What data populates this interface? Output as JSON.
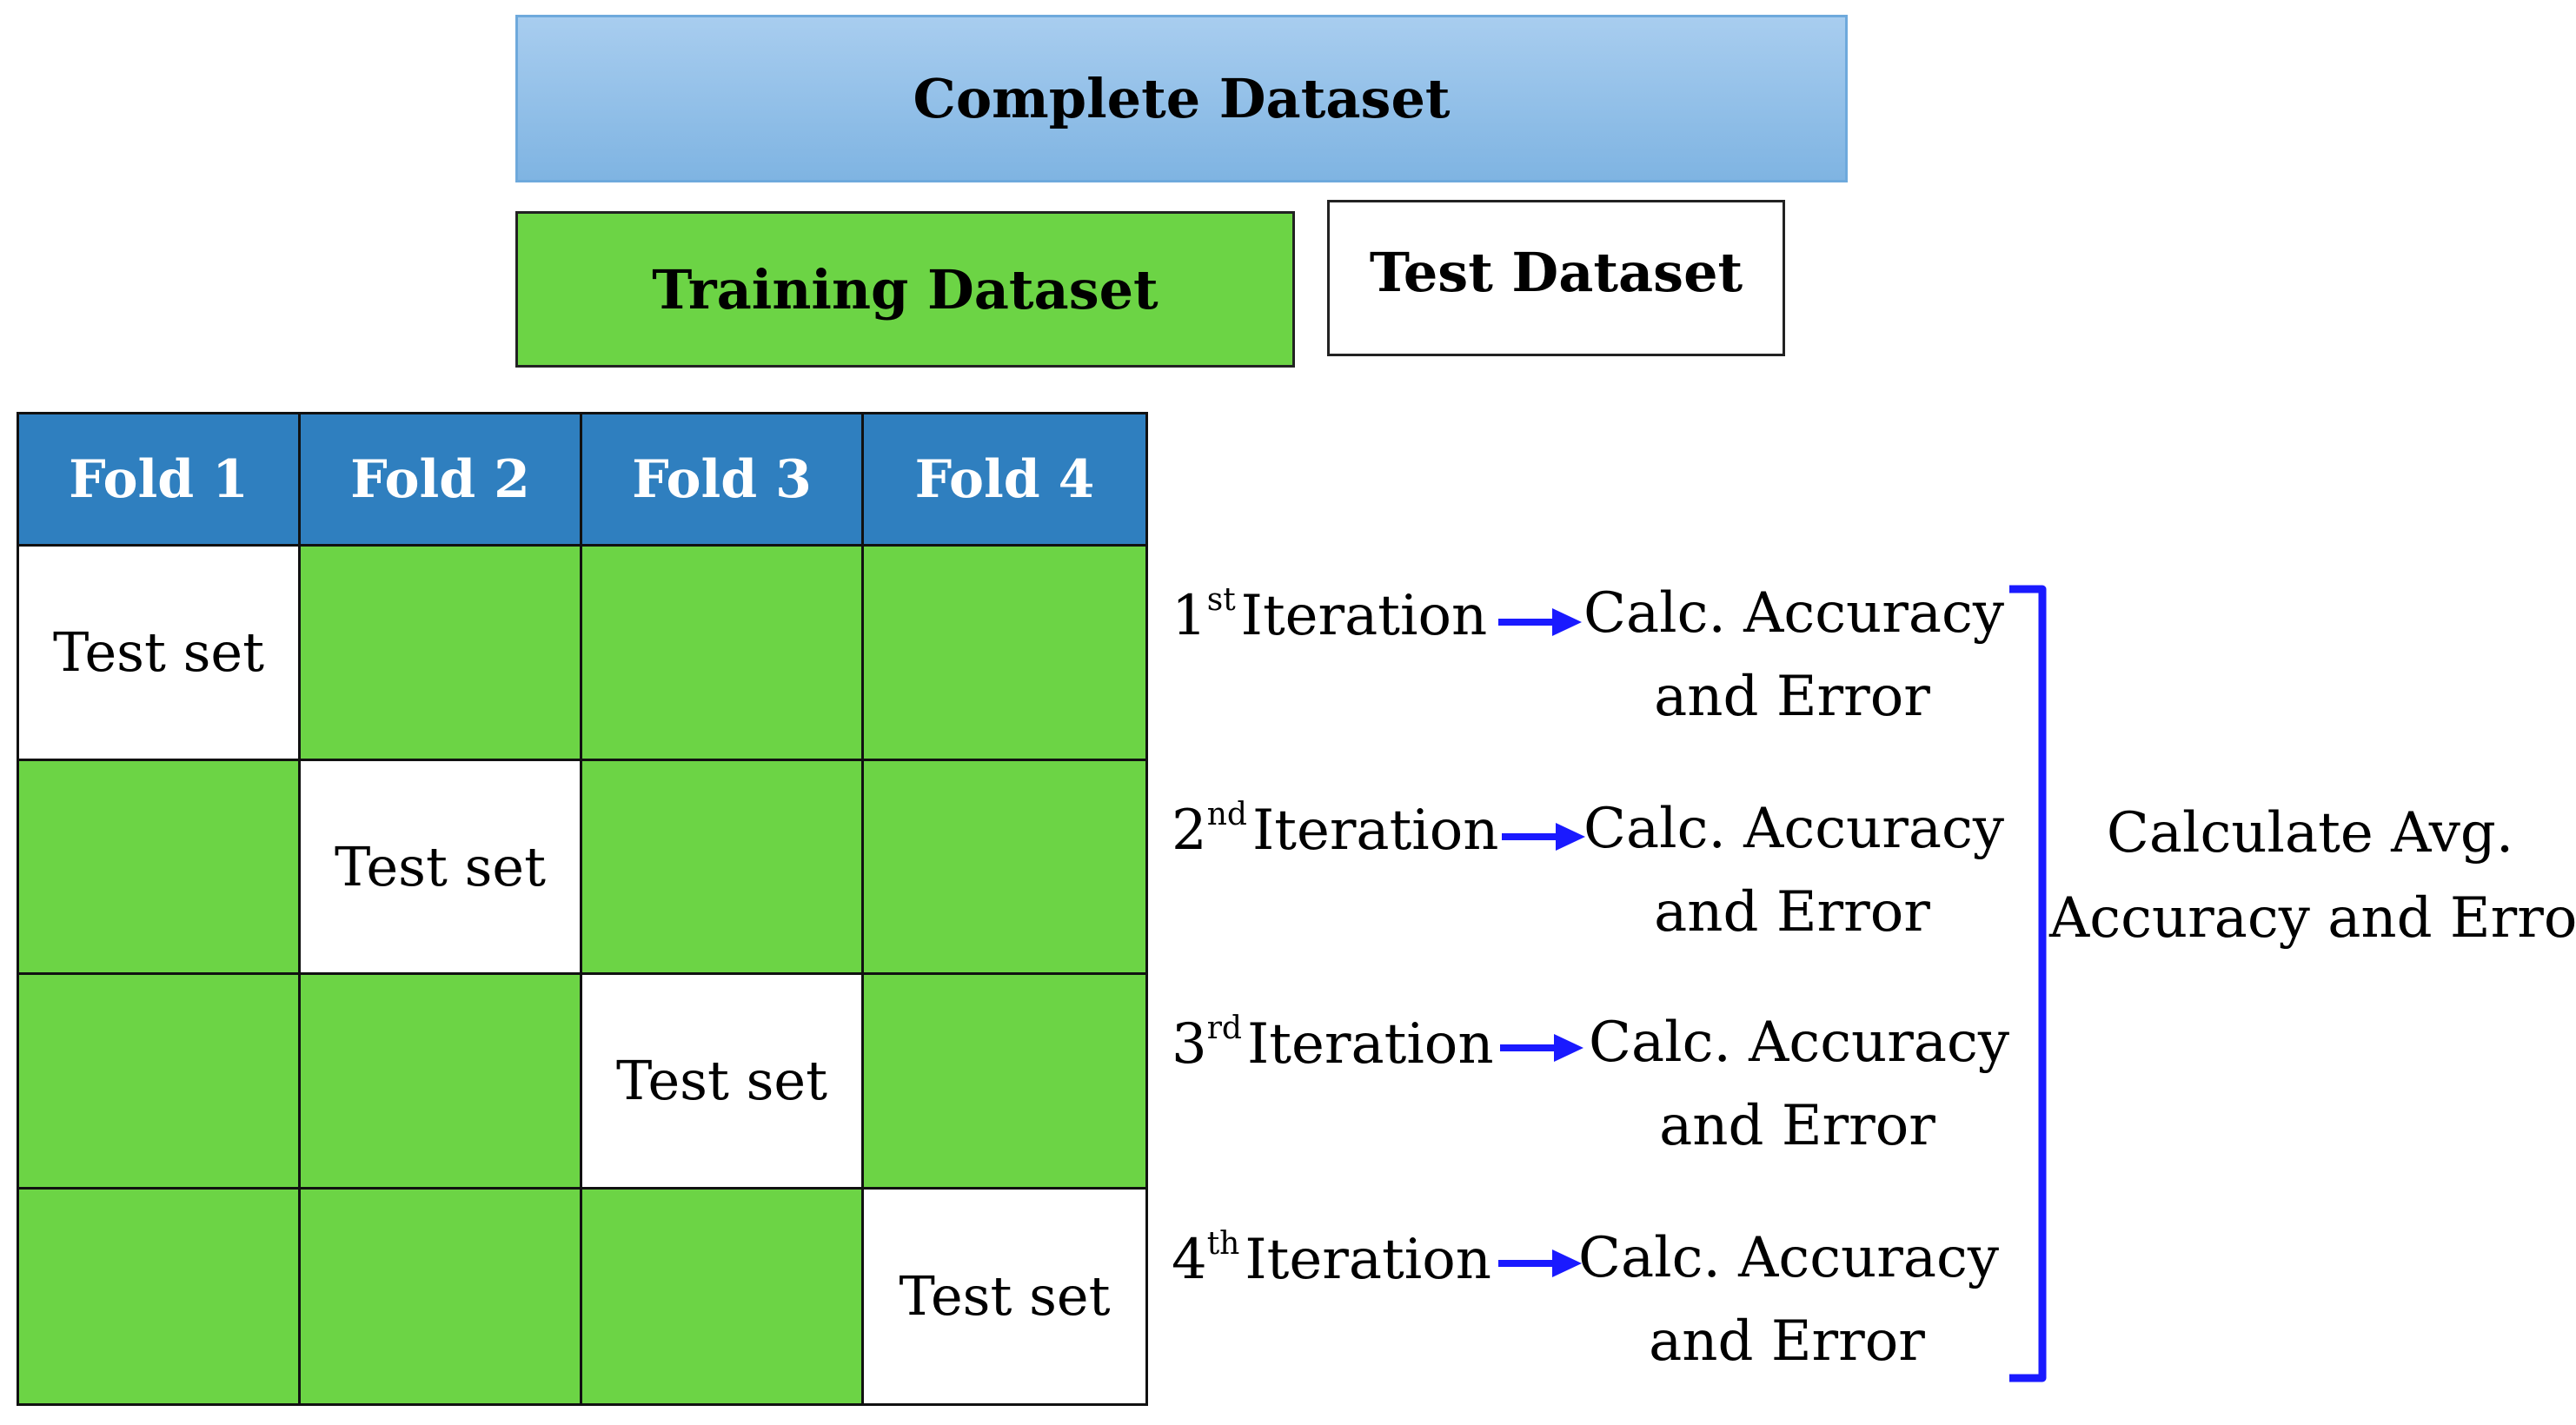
{
  "datasets": {
    "complete": "Complete Dataset",
    "training": "Training Dataset",
    "test": "Test Dataset"
  },
  "folds": [
    "Fold 1",
    "Fold 2",
    "Fold 3",
    "Fold 4"
  ],
  "test_set_label": "Test set",
  "iterations": [
    {
      "num": "1",
      "suffix": "st",
      "word": "Iteration",
      "calc_line1": "Calc. Accuracy",
      "calc_line2": "and Error"
    },
    {
      "num": "2",
      "suffix": "nd",
      "word": "Iteration",
      "calc_line1": "Calc. Accuracy",
      "calc_line2": "and Error"
    },
    {
      "num": "3",
      "suffix": "rd",
      "word": "Iteration",
      "calc_line1": "Calc. Accuracy",
      "calc_line2": "and Error"
    },
    {
      "num": "4",
      "suffix": "th",
      "word": "Iteration",
      "calc_line1": "Calc. Accuracy",
      "calc_line2": "and Error"
    }
  ],
  "average": {
    "line1": "Calculate Avg.",
    "line2": "Accuracy and Error"
  },
  "colors": {
    "training_green": "#6cd445",
    "fold_header_blue": "#2f7fbf",
    "complete_blue": "#a8cdef",
    "arrow_blue": "#1a1aff",
    "bracket_blue": "#1a1aff"
  }
}
